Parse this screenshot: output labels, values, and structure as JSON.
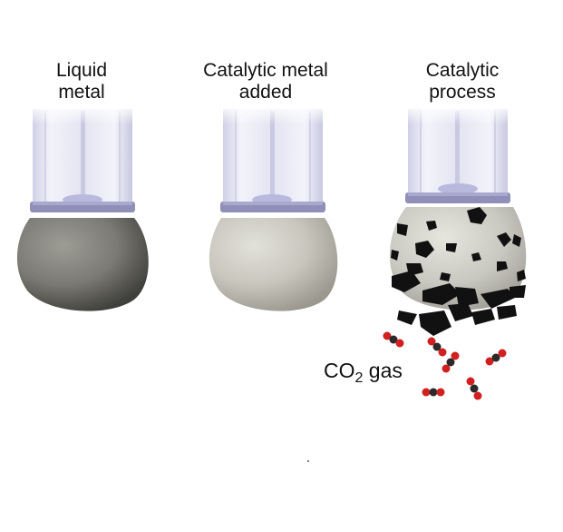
{
  "stages": [
    {
      "line1": "Liquid",
      "line2": "metal"
    },
    {
      "line1": "Catalytic metal",
      "line2": "added"
    },
    {
      "line1": "Catalytic",
      "line2": "process"
    }
  ],
  "gas_label": {
    "prefix": "CO",
    "subscript": "2",
    "suffix": " gas"
  },
  "colors": {
    "liquid_metal": "#7b7a74",
    "catalytic_metal": "#c8c6bd",
    "process_metal": "#c9c8c0",
    "carbon_flakes": "#111111",
    "oxygen_atom": "#d21f1f",
    "carbon_atom": "#2a2a2a",
    "tube_glass": "#e8e8f4",
    "tube_ring": "#8f8fb8"
  }
}
